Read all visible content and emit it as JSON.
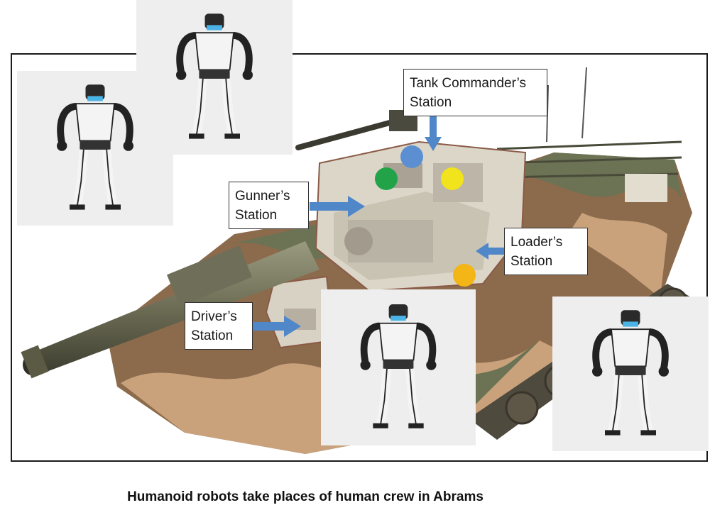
{
  "labels": {
    "commander_line1": "Tank Commander’s",
    "commander_line2": "Station",
    "gunner_line1": "Gunner’s",
    "gunner_line2": "Station",
    "loader_line1": "Loader’s",
    "loader_line2": "Station",
    "driver_line1": "Driver’s",
    "driver_line2": "Station"
  },
  "caption": "Humanoid robots take places of human crew in Abrams",
  "colors": {
    "commander_marker": "#5b8fd1",
    "gunner_marker": "#22a34a",
    "loader_top_marker": "#f1e31c",
    "loader_bottom_marker": "#f4b516",
    "arrow": "#4f87c8",
    "camo_green": "#6b7354",
    "camo_tan": "#c9a27c",
    "camo_brown": "#8c6a4c"
  },
  "icons": {
    "robot": "humanoid-robot-icon",
    "tank": "abrams-tank-cutaway"
  }
}
